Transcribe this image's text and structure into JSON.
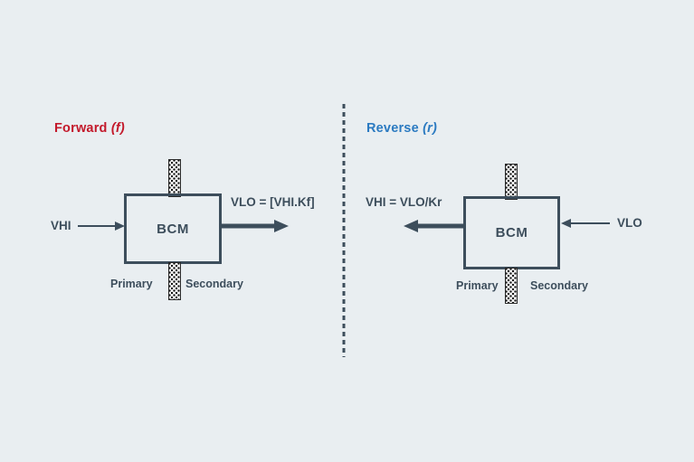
{
  "colors": {
    "background": "#e9eef1",
    "slate": "#3d4e5c",
    "forward_accent": "#c3192b",
    "reverse_accent": "#2b7ac1",
    "stipple_dot": "#141414",
    "stipple_bg": "#fdfdfd"
  },
  "forward": {
    "title": "Forward",
    "title_suffix": "(f)",
    "input_label": "VHI",
    "output_label": "VLO = [VHI.Kf]",
    "box_label": "BCM",
    "primary_label": "Primary",
    "secondary_label": "Secondary"
  },
  "reverse": {
    "title": "Reverse",
    "title_suffix": "(r)",
    "input_label": "VLO",
    "output_label": "VHI = VLO/Kr",
    "box_label": "BCM",
    "primary_label": "Primary",
    "secondary_label": "Secondary"
  },
  "icons": {
    "divider": "dotted-vertical-divider",
    "stipple_bar": "transformer-isolation-bar",
    "thin_arrow": "thin-flow-arrow",
    "thick_arrow": "thick-flow-arrow"
  }
}
